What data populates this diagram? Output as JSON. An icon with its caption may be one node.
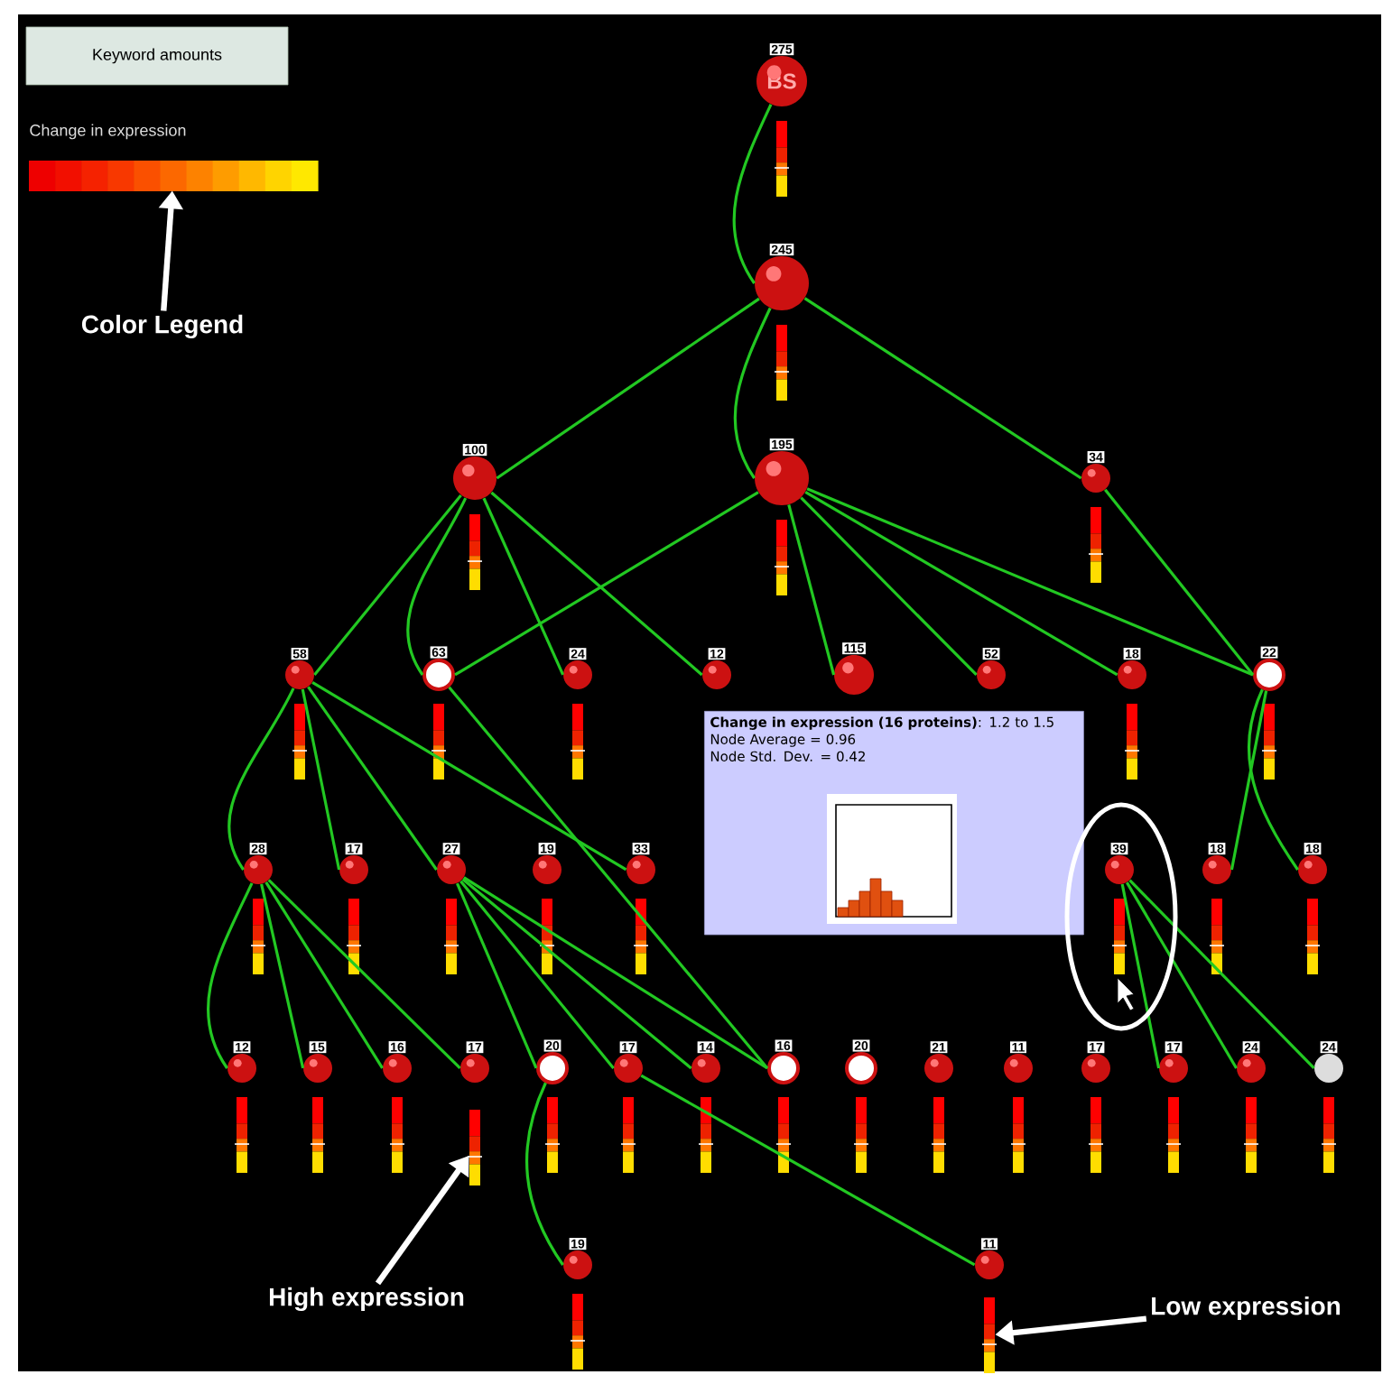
{
  "diagram": {
    "nodes": [
      {
        "text": [
          "275",
          "BS"
        ]
      },
      {
        "text": [
          "245"
        ]
      },
      {
        "text": [
          "100"
        ]
      },
      {
        "text": [
          "195"
        ]
      },
      {
        "text": [
          "34"
        ]
      },
      {
        "text": [
          "58"
        ]
      },
      {
        "text": [
          "63"
        ]
      },
      {
        "text": [
          "24"
        ]
      },
      {
        "text": [
          "12"
        ]
      },
      {
        "text": [
          "115"
        ]
      },
      {
        "text": [
          "52"
        ]
      },
      {
        "text": [
          "18"
        ]
      },
      {
        "text": [
          "22"
        ]
      },
      {
        "text": [
          "28"
        ]
      },
      {
        "text": [
          "17"
        ]
      },
      {
        "text": [
          "27"
        ]
      },
      {
        "text": [
          "19"
        ]
      },
      {
        "text": [
          "33"
        ]
      },
      {
        "text": [
          "39"
        ]
      },
      {
        "text": [
          "18"
        ]
      },
      {
        "text": [
          "18"
        ]
      },
      {
        "text": [
          "12"
        ]
      },
      {
        "text": [
          "15"
        ]
      },
      {
        "text": [
          "16"
        ]
      },
      {
        "text": [
          "17"
        ]
      },
      {
        "text": [
          "20"
        ]
      },
      {
        "text": [
          "17"
        ]
      },
      {
        "text": [
          "14"
        ]
      },
      {
        "text": [
          "16"
        ]
      },
      {
        "text": [
          "20"
        ]
      },
      {
        "text": [
          "21"
        ]
      },
      {
        "text": [
          "11"
        ]
      },
      {
        "text": [
          "17"
        ]
      },
      {
        "text": [
          "17"
        ]
      },
      {
        "text": [
          "24"
        ]
      },
      {
        "text": [
          "24"
        ]
      },
      {
        "text": [
          "19"
        ]
      },
      {
        "text": [
          "11"
        ]
      },
      {
        "text": [
          "**Change in expression (16 proteins)**: 1.2 to 1.5",
          "Node Average = 0.96",
          "Node Std. Dev. = 0.42"
        ]
      },
      {
        "text": [
          "Keyword amounts"
        ]
      },
      {
        "text": [
          "Color Legend"
        ]
      },
      {
        "text": [],
        "shape": "bar"
      },
      {
        "text": [
          "High expression"
        ]
      },
      {
        "text": [],
        "shape": "bar"
      },
      {
        "text": [
          "Low expression"
        ]
      },
      {
        "text": [],
        "shape": "bar"
      }
    ],
    "edges": [
      {
        "from": 0,
        "to": 1,
        "arrow": "none"
      },
      {
        "from": 1,
        "to": 2,
        "arrow": "none"
      },
      {
        "from": 1,
        "to": 3,
        "arrow": "none"
      },
      {
        "from": 1,
        "to": 4,
        "arrow": "none"
      },
      {
        "from": 2,
        "to": 5,
        "arrow": "none"
      },
      {
        "from": 2,
        "to": 6,
        "arrow": "none"
      },
      {
        "from": 2,
        "to": 7,
        "arrow": "none"
      },
      {
        "from": 2,
        "to": 8,
        "arrow": "none"
      },
      {
        "from": 3,
        "to": 6,
        "arrow": "none"
      },
      {
        "from": 3,
        "to": 9,
        "arrow": "none"
      },
      {
        "from": 3,
        "to": 10,
        "arrow": "none"
      },
      {
        "from": 3,
        "to": 11,
        "arrow": "none"
      },
      {
        "from": 3,
        "to": 12,
        "arrow": "none"
      },
      {
        "from": 4,
        "to": 12,
        "arrow": "none"
      },
      {
        "from": 5,
        "to": 13,
        "arrow": "none"
      },
      {
        "from": 5,
        "to": 14,
        "arrow": "none"
      },
      {
        "from": 5,
        "to": 15,
        "arrow": "none"
      },
      {
        "from": 5,
        "to": 17,
        "arrow": "none"
      },
      {
        "from": 6,
        "to": 28,
        "arrow": "none"
      },
      {
        "from": 12,
        "to": 19,
        "arrow": "none"
      },
      {
        "from": 12,
        "to": 20,
        "arrow": "none"
      },
      {
        "from": 13,
        "to": 21,
        "arrow": "none"
      },
      {
        "from": 13,
        "to": 22,
        "arrow": "none"
      },
      {
        "from": 13,
        "to": 23,
        "arrow": "none"
      },
      {
        "from": 13,
        "to": 24,
        "arrow": "none"
      },
      {
        "from": 15,
        "to": 25,
        "arrow": "none"
      },
      {
        "from": 15,
        "to": 26,
        "arrow": "none"
      },
      {
        "from": 15,
        "to": 27,
        "arrow": "none"
      },
      {
        "from": 15,
        "to": 28,
        "arrow": "none"
      },
      {
        "from": 18,
        "to": 33,
        "arrow": "none"
      },
      {
        "from": 18,
        "to": 34,
        "arrow": "none"
      },
      {
        "from": 18,
        "to": 35,
        "arrow": "none"
      },
      {
        "from": 25,
        "to": 36,
        "arrow": "none"
      },
      {
        "from": 26,
        "to": 37,
        "arrow": "none"
      },
      {
        "from": 40,
        "to": 41,
        "arrow": "to",
        "style": "thick",
        "color": "#ffffff"
      },
      {
        "from": 42,
        "to": 43,
        "arrow": "to",
        "style": "thick",
        "color": "#ffffff"
      },
      {
        "from": 44,
        "to": 45,
        "arrow": "to",
        "style": "thick",
        "color": "#ffffff"
      }
    ],
    "labels": [
      "Change in expression"
    ]
  }
}
